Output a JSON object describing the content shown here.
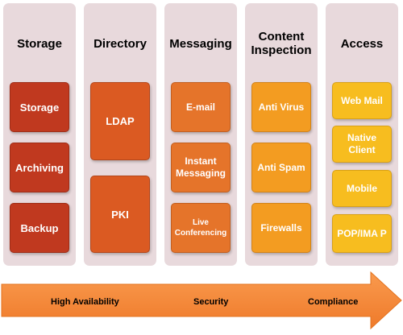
{
  "columns": [
    {
      "title": "Storage",
      "items": [
        "Storage",
        "Archiving",
        "Backup"
      ]
    },
    {
      "title": "Directory",
      "items": [
        "LDAP",
        "PKI"
      ]
    },
    {
      "title": "Messaging",
      "items": [
        "E-mail",
        "Instant Messaging",
        "Live Conferencing"
      ]
    },
    {
      "title": "Content Inspection",
      "items": [
        "Anti Virus",
        "Anti Spam",
        "Firewalls"
      ]
    },
    {
      "title": "Access",
      "items": [
        "Web Mail",
        "Native Client",
        "Mobile",
        "POP/IMA P"
      ]
    }
  ],
  "arrow": {
    "labels": [
      "High Availability",
      "Security",
      "Compliance"
    ]
  },
  "colors": {
    "column_bg": "#e8d9dc",
    "storage_box": "#c0391f",
    "directory_box": "#db5a22",
    "messaging_box": "#e5742a",
    "content_box": "#f39c21",
    "access_box": "#f7bd1f",
    "arrow_fill": "#f58a3c"
  }
}
